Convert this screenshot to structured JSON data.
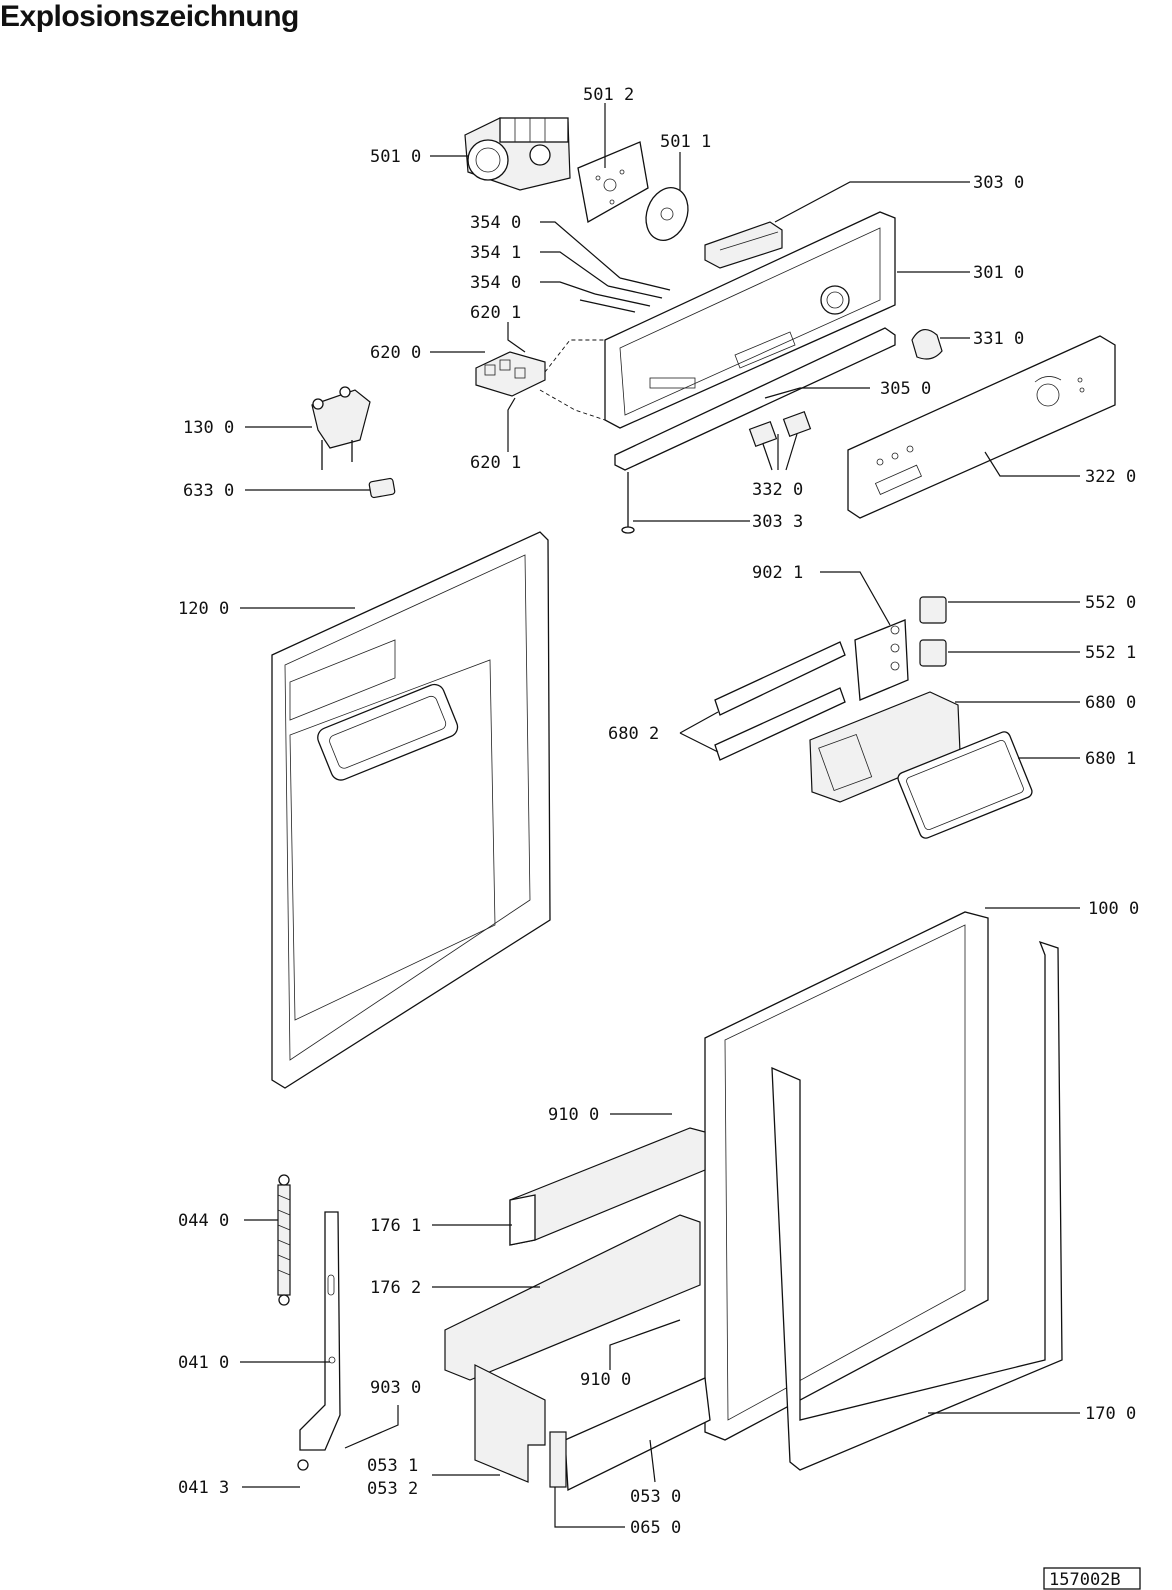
{
  "title": "Explosionszeichnung",
  "reference": "157002B",
  "labels": {
    "l5012": "501  2",
    "l5010": "501  0",
    "l5011": "501  1",
    "l3030": "303  0",
    "l3540a": "354  0",
    "l3541": "354  1",
    "l3540b": "354  0",
    "l3010": "301  0",
    "l6201a": "620  1",
    "l6200": "620  0",
    "l3310": "331  0",
    "l3050": "305  0",
    "l1300": "130  0",
    "l6201b": "620  1",
    "l3320": "332  0",
    "l3220": "322  0",
    "l6330": "633  0",
    "l3033": "303  3",
    "l9021": "902  1",
    "l5520": "552  0",
    "l1200": "120  0",
    "l5521": "552  1",
    "l6800": "680  0",
    "l6802": "680  2",
    "l6801": "680  1",
    "l1000": "100  0",
    "l9100a": "910  0",
    "l0440": "044  0",
    "l1761": "176  1",
    "l1762": "176  2",
    "l0410": "041  0",
    "l9030": "903  0",
    "l9100b": "910  0",
    "l1700": "170  0",
    "l0531": "053  1",
    "l0532": "053  2",
    "l0413": "041  3",
    "l0530": "053  0",
    "l0650": "065  0"
  }
}
